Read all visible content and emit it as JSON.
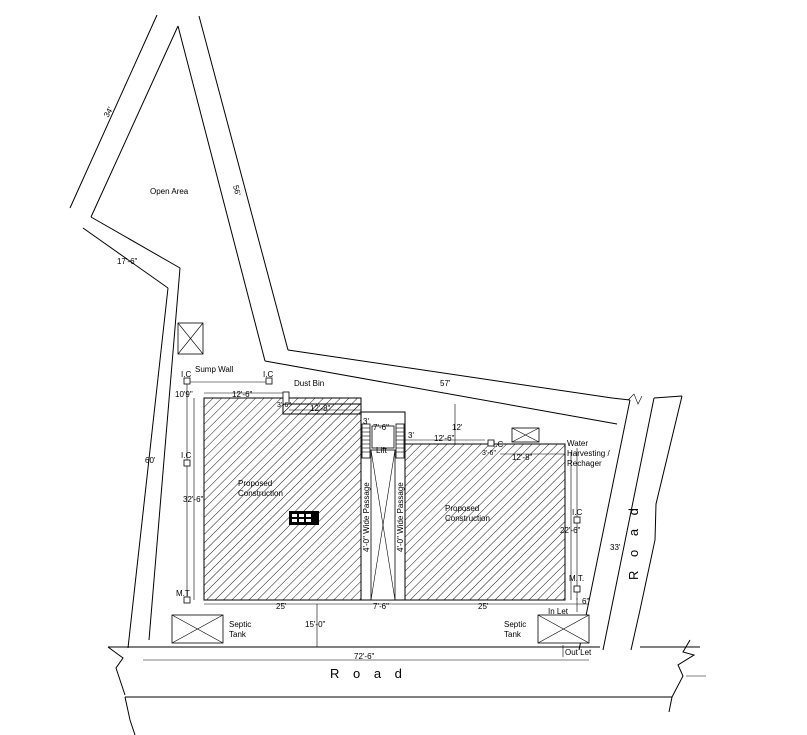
{
  "labels": {
    "open_area": "Open Area",
    "sump_wall": "Sump Wall",
    "dust_bin": "Dust Bin",
    "lift": "Lift",
    "proposed_construction_left_1": "Proposed",
    "proposed_construction_left_2": "Construction",
    "proposed_construction_right_1": "Proposed",
    "proposed_construction_right_2": "Construction",
    "passage_left": "4'-0\" Wide Passage",
    "passage_right": "4'-0\" Wide Passage",
    "water_1": "Water",
    "water_2": "Harvesting /",
    "water_3": "Rechager",
    "septic_left_1": "Septic",
    "septic_left_2": "Tank",
    "septic_right_1": "Septic",
    "septic_right_2": "Tank",
    "in_let": "In  Let",
    "out_let": "Out Let",
    "road_bottom": "R o a d",
    "road_right": "R o a d",
    "ic_1": "I.C",
    "ic_2": "I.C",
    "ic_3": "I.C",
    "ic_4": "I.C",
    "ic_5": "I.C",
    "mt_left": "M.T",
    "mt_right": "M.T."
  },
  "dimensions": {
    "d34": "34'",
    "d56": "56'",
    "d17_6": "17'-6\"",
    "d60": "60'",
    "d57": "57'",
    "d10_9": "10'9\"",
    "d12_6_top": "12'-6\"",
    "d3_6": "3'-6\"",
    "d12_8": "12'-8\"",
    "d3_left": "3'",
    "d7_6_top": "7'-6\"",
    "d3_right": "3'",
    "d12_6_right": "12'-6\"",
    "d12_right": "12'",
    "d3_water": "3'-6\"",
    "d12_8_right": "12'-8\"",
    "d32_6": "32'-6\"",
    "d22_6": "22'-6\"",
    "d33": "33'",
    "d25_left": "25'",
    "d7_6_bottom": "7'-6\"",
    "d25_right": "25'",
    "d6": "6\"",
    "d15": "15'-0\"",
    "d72_6": "72'-6\""
  }
}
